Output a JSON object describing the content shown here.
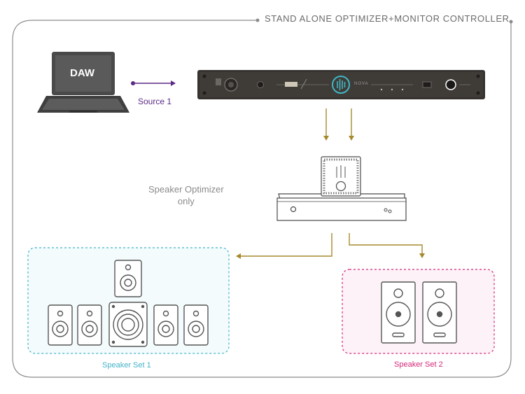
{
  "header": {
    "title": "STAND ALONE OPTIMIZER+MONITOR CONTROLLER"
  },
  "source": {
    "laptop_label": "DAW",
    "connection_label": "Source 1"
  },
  "processor": {
    "name": "NOVA"
  },
  "optimizer": {
    "label_line1": "Speaker Optimizer",
    "label_line2": "only"
  },
  "speaker_sets": [
    {
      "label": "Speaker Set 1",
      "color": "#44b3ca"
    },
    {
      "label": "Speaker Set 2",
      "color": "#d6287a"
    }
  ],
  "colors": {
    "frame": "#8c8c8c",
    "source_arrow": "#5b2a86",
    "signal_arrow": "#a68a2e",
    "device_dark": "#3a3733",
    "accent_teal": "#3fb6c6"
  }
}
